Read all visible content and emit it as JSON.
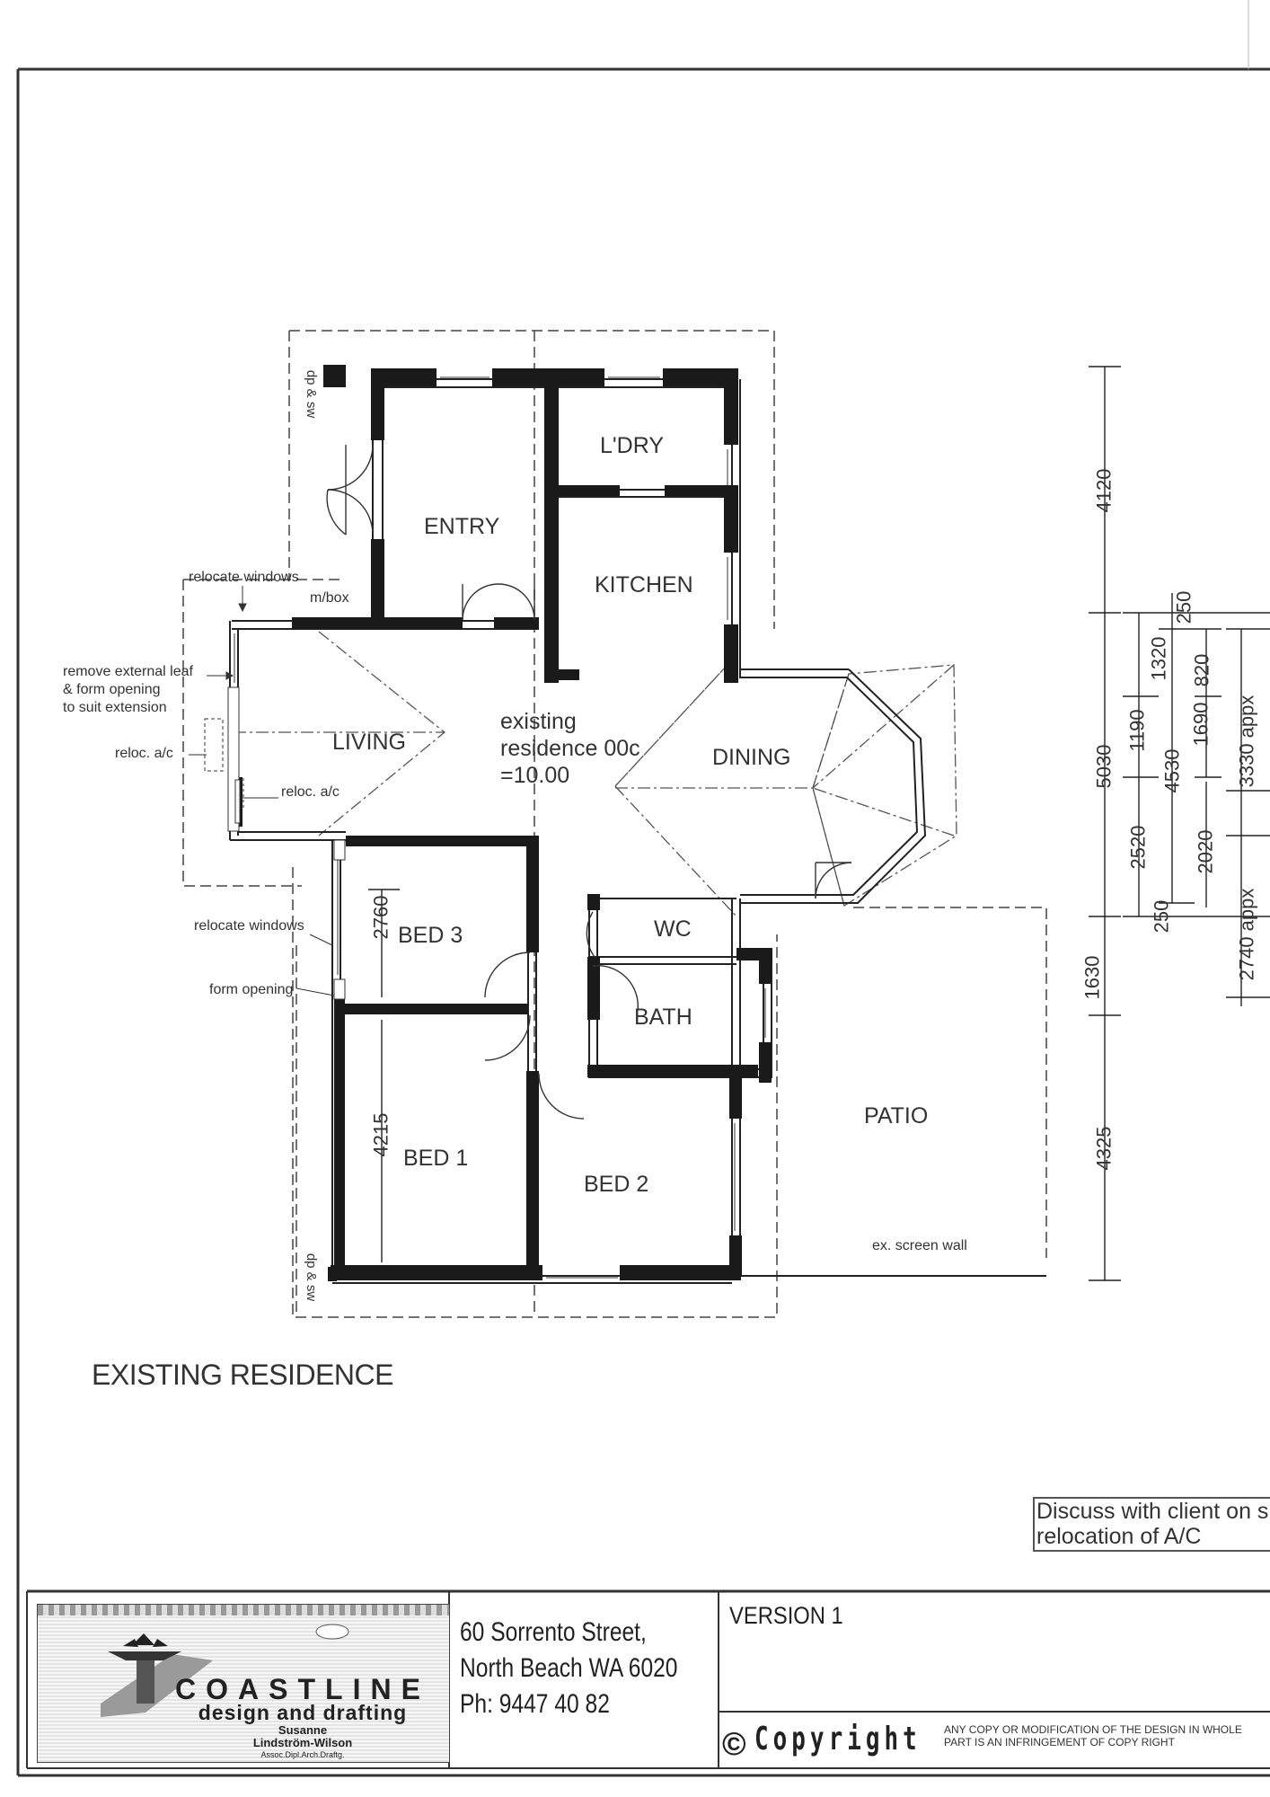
{
  "drawing": {
    "title": "EXISTING RESIDENCE",
    "rooms": {
      "entry": "ENTRY",
      "laundry": "L'DRY",
      "kitchen": "KITCHEN",
      "living": "LIVING",
      "dining": "DINING",
      "bed3": "BED 3",
      "wc": "WC",
      "bath": "BATH",
      "bed1": "BED 1",
      "bed2": "BED 2",
      "patio": "PATIO"
    },
    "residence_note": [
      "existing",
      "residence 00c",
      "=10.00"
    ],
    "notes": {
      "relocate_windows_top": "relocate windows",
      "meter_box": "m/box",
      "remove_leaf": [
        "remove external leaf",
        "& form opening",
        "to suit extension"
      ],
      "reloc_ac_left": "reloc. a/c",
      "reloc_ac_inner": "reloc. a/c",
      "relocate_windows_side": "relocate windows",
      "form_opening": "form opening",
      "screen_wall": "ex. screen wall",
      "dp_sw_top": "dp & sw",
      "dp_sw_bottom": "dp & sw"
    },
    "room_dims": {
      "bed3": "2760",
      "bed1": "4215"
    },
    "right_dims": {
      "d4120": "4120",
      "d5030": "5030",
      "d1630": "1630",
      "d4325": "4325",
      "d2520": "2520",
      "d1190": "1190",
      "d1320": "1320",
      "d250a": "250",
      "d250b": "250",
      "d4530": "4530",
      "d820": "820",
      "d1690": "1690",
      "d2020": "2020",
      "d3330": "3330 appx",
      "d2740": "2740 appx"
    }
  },
  "discuss_note": [
    "Discuss with client on s",
    "relocation of A/C"
  ],
  "title_block": {
    "company": {
      "name": "COASTLINE",
      "tagline": "design and drafting",
      "person_first": "Susanne",
      "person_last": "Lindström-Wilson",
      "qualification": "Assoc.Dipl.Arch.Draftg."
    },
    "address": [
      "60 Sorrento Street,",
      "North Beach WA 6020",
      "Ph: 9447 40 82"
    ],
    "version": "VERSION 1",
    "copyright_word": "Copyright",
    "copyright_note": [
      "ANY COPY OR MODIFICATION OF THE DESIGN IN WHOLE",
      "PART IS AN INFRINGEMENT OF COPY RIGHT"
    ]
  }
}
